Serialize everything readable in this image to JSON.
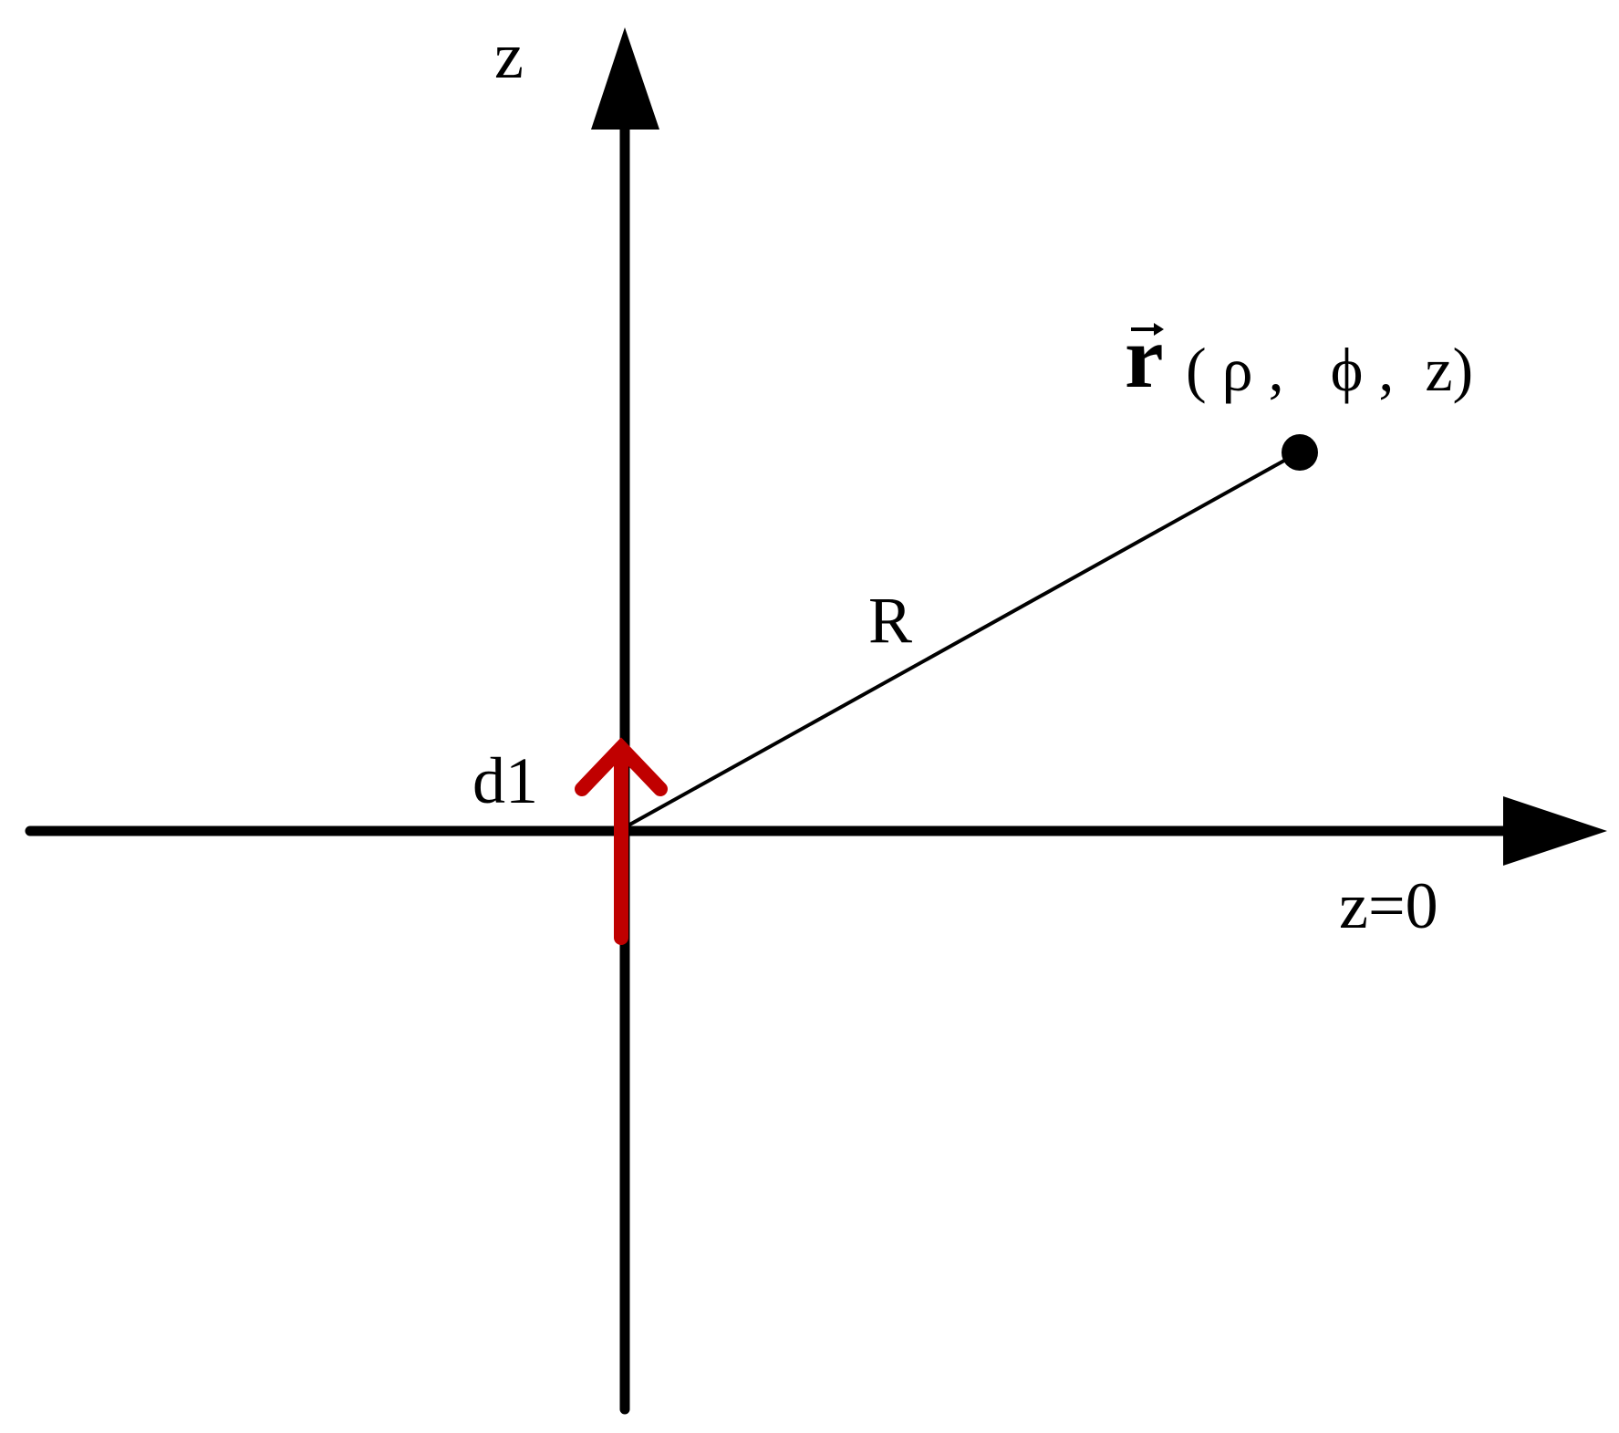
{
  "colors": {
    "axis": "#000000",
    "line": "#000000",
    "current_element": "#c00000",
    "background": "#ffffff"
  },
  "labels": {
    "z_axis": "z",
    "horizontal_axis": "z=0",
    "distance": "R",
    "current_element": "d1",
    "vector_symbol": "r",
    "point_coords": "( ρ ,   ϕ ,  z)"
  }
}
